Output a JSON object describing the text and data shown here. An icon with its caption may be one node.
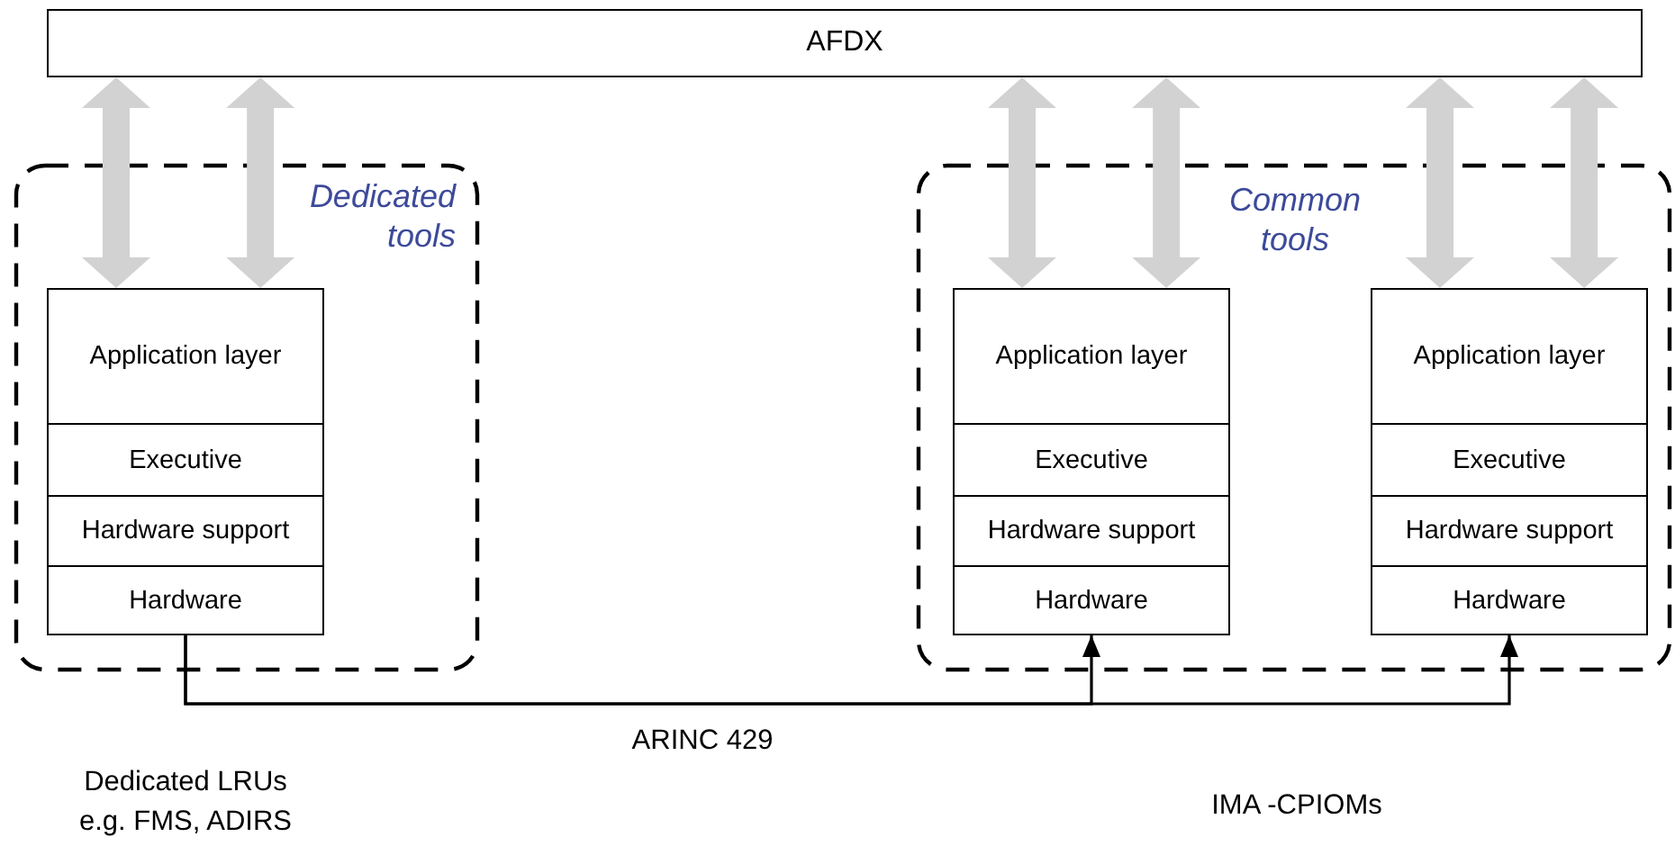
{
  "diagram": {
    "nodes": [
      {
        "text": [
          "AFDX"
        ]
      },
      {
        "text": [
          "Dedicated tools"
        ],
        "beside": [
          "Dedicated LRUs e.g. FMS, ADIRS"
        ]
      },
      {
        "text": [
          "Application layer"
        ],
        "in": 1
      },
      {
        "text": [
          "Executive"
        ],
        "in": 1
      },
      {
        "text": [
          "Hardware support"
        ],
        "in": 1
      },
      {
        "text": [
          "Hardware"
        ],
        "in": 1
      },
      {
        "text": [
          "Common tools"
        ]
      },
      {
        "text": [
          "Application layer"
        ],
        "in": 6
      },
      {
        "text": [
          "Executive"
        ],
        "in": 6
      },
      {
        "text": [
          "Hardware support"
        ],
        "in": 6
      },
      {
        "text": [
          "Hardware"
        ],
        "in": 6
      },
      {
        "text": [
          "Application layer"
        ],
        "in": 6
      },
      {
        "text": [
          "Executive"
        ],
        "in": 6
      },
      {
        "text": [
          "Hardware support"
        ],
        "in": 6
      },
      {
        "text": [
          "Hardware"
        ],
        "in": 6
      }
    ],
    "edges": [
      {
        "from": 0,
        "to": 2,
        "arrow": "both",
        "style": "thick"
      },
      {
        "from": 0,
        "to": 2,
        "arrow": "both",
        "style": "thick"
      },
      {
        "from": 0,
        "to": 7,
        "arrow": "both",
        "style": "thick"
      },
      {
        "from": 0,
        "to": 7,
        "arrow": "both",
        "style": "thick"
      },
      {
        "from": 0,
        "to": 11,
        "arrow": "both",
        "style": "thick"
      },
      {
        "from": 0,
        "to": 11,
        "arrow": "both",
        "style": "thick"
      },
      {
        "from": 5,
        "to": 10,
        "arrow": "to",
        "color": "#000000"
      },
      {
        "from": 5,
        "to": 14,
        "arrow": "to",
        "color": "#000000"
      }
    ],
    "labels": [
      "ARINC 429",
      "IMA -CPIOMs"
    ]
  }
}
